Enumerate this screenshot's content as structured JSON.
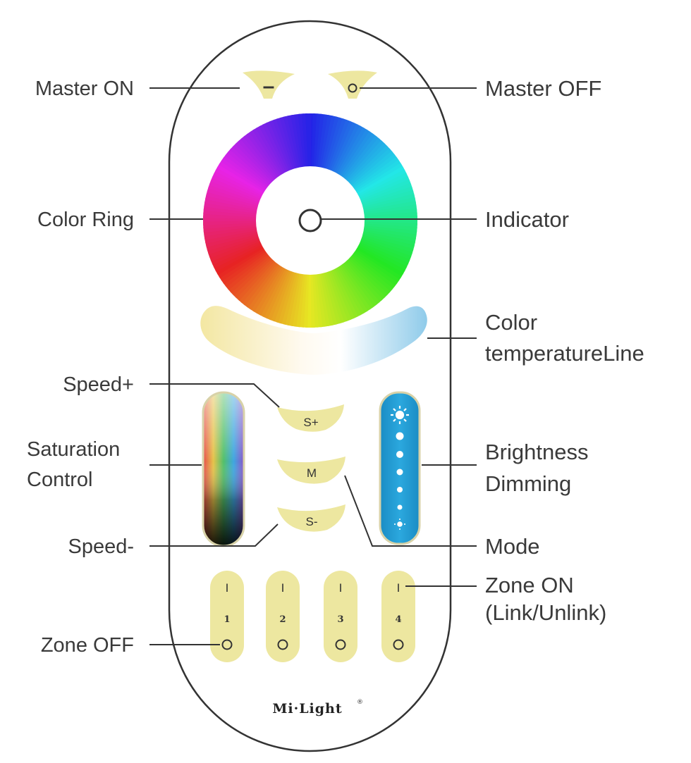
{
  "labels": {
    "master_on": "Master ON",
    "master_off": "Master OFF",
    "color_ring": "Color Ring",
    "indicator": "Indicator",
    "color_temp_line1": "Color",
    "color_temp_line2": "temperatureLine",
    "speed_plus": "Speed+",
    "saturation_line1": "Saturation",
    "saturation_line2": "Control",
    "brightness_line1": "Brightness",
    "brightness_line2": "Dimming",
    "speed_minus": "Speed-",
    "mode": "Mode",
    "zone_on_line1": "Zone ON",
    "zone_on_line2": "(Link/Unlink)",
    "zone_off": "Zone OFF"
  },
  "buttons": {
    "master_on_symbol": "–",
    "master_off_symbol": "o",
    "speed_plus": "S+",
    "mode": "M",
    "speed_minus": "S-"
  },
  "zones": [
    {
      "number": "1",
      "on_symbol": "I",
      "off_symbol": "O"
    },
    {
      "number": "2",
      "on_symbol": "I",
      "off_symbol": "O"
    },
    {
      "number": "3",
      "on_symbol": "I",
      "off_symbol": "O"
    },
    {
      "number": "4",
      "on_symbol": "I",
      "off_symbol": "O"
    }
  ],
  "brand": "Mi·Light",
  "colors": {
    "button_yellow": "#ede7a0",
    "brightness_blue": "#1e9ad0",
    "outline": "#333333"
  },
  "icons": {
    "brightness_max": "sun-icon"
  }
}
